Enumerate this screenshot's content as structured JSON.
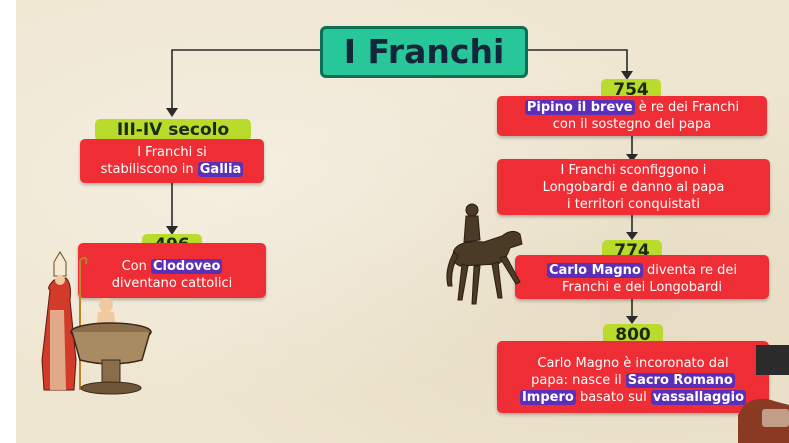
{
  "title": "I Franchi",
  "left_branch": {
    "period1": {
      "label": "III-IV secolo",
      "line1": "I Franchi si",
      "line2_pre": "stabiliscono in ",
      "line2_hl": "Gallia"
    },
    "period2": {
      "label": "496",
      "line1_pre": "Con ",
      "line1_hl": "Clodoveo",
      "line2": "diventano cattolici"
    }
  },
  "right_branch": {
    "event1": {
      "label": "754",
      "line1_hl": "Pipino il breve",
      "line1_post": " è re dei Franchi",
      "line2": "con il sostegno del papa"
    },
    "event2": {
      "line1": "I Franchi sconfiggono i",
      "line2": "Longobardi e danno al papa",
      "line3": "i territori conquistati"
    },
    "event3": {
      "label": "774",
      "line1_hl": "Carlo Magno",
      "line1_post": " diventa re dei",
      "line2": "Franchi e dei Longobardi"
    },
    "event4": {
      "label": "800",
      "line1": "Carlo Magno è incoronato dal",
      "line2_pre": "papa: nasce il ",
      "line2_hl": "Sacro Romano",
      "line3_hl1": "Impero",
      "line3_mid": " basato sul ",
      "line3_hl2": "vassallaggio"
    }
  },
  "colors": {
    "paper": "#efe6d1",
    "title_bg": "#27c79a",
    "badge_bg": "#b9dc2c",
    "box_bg": "#ee2d34",
    "highlight_bg": "#5b2fb8"
  },
  "icons": {
    "baptism_illustration": "medieval-baptism-icon",
    "equestrian_statue": "horse-rider-statue-icon",
    "watermark": "logo-watermark"
  }
}
